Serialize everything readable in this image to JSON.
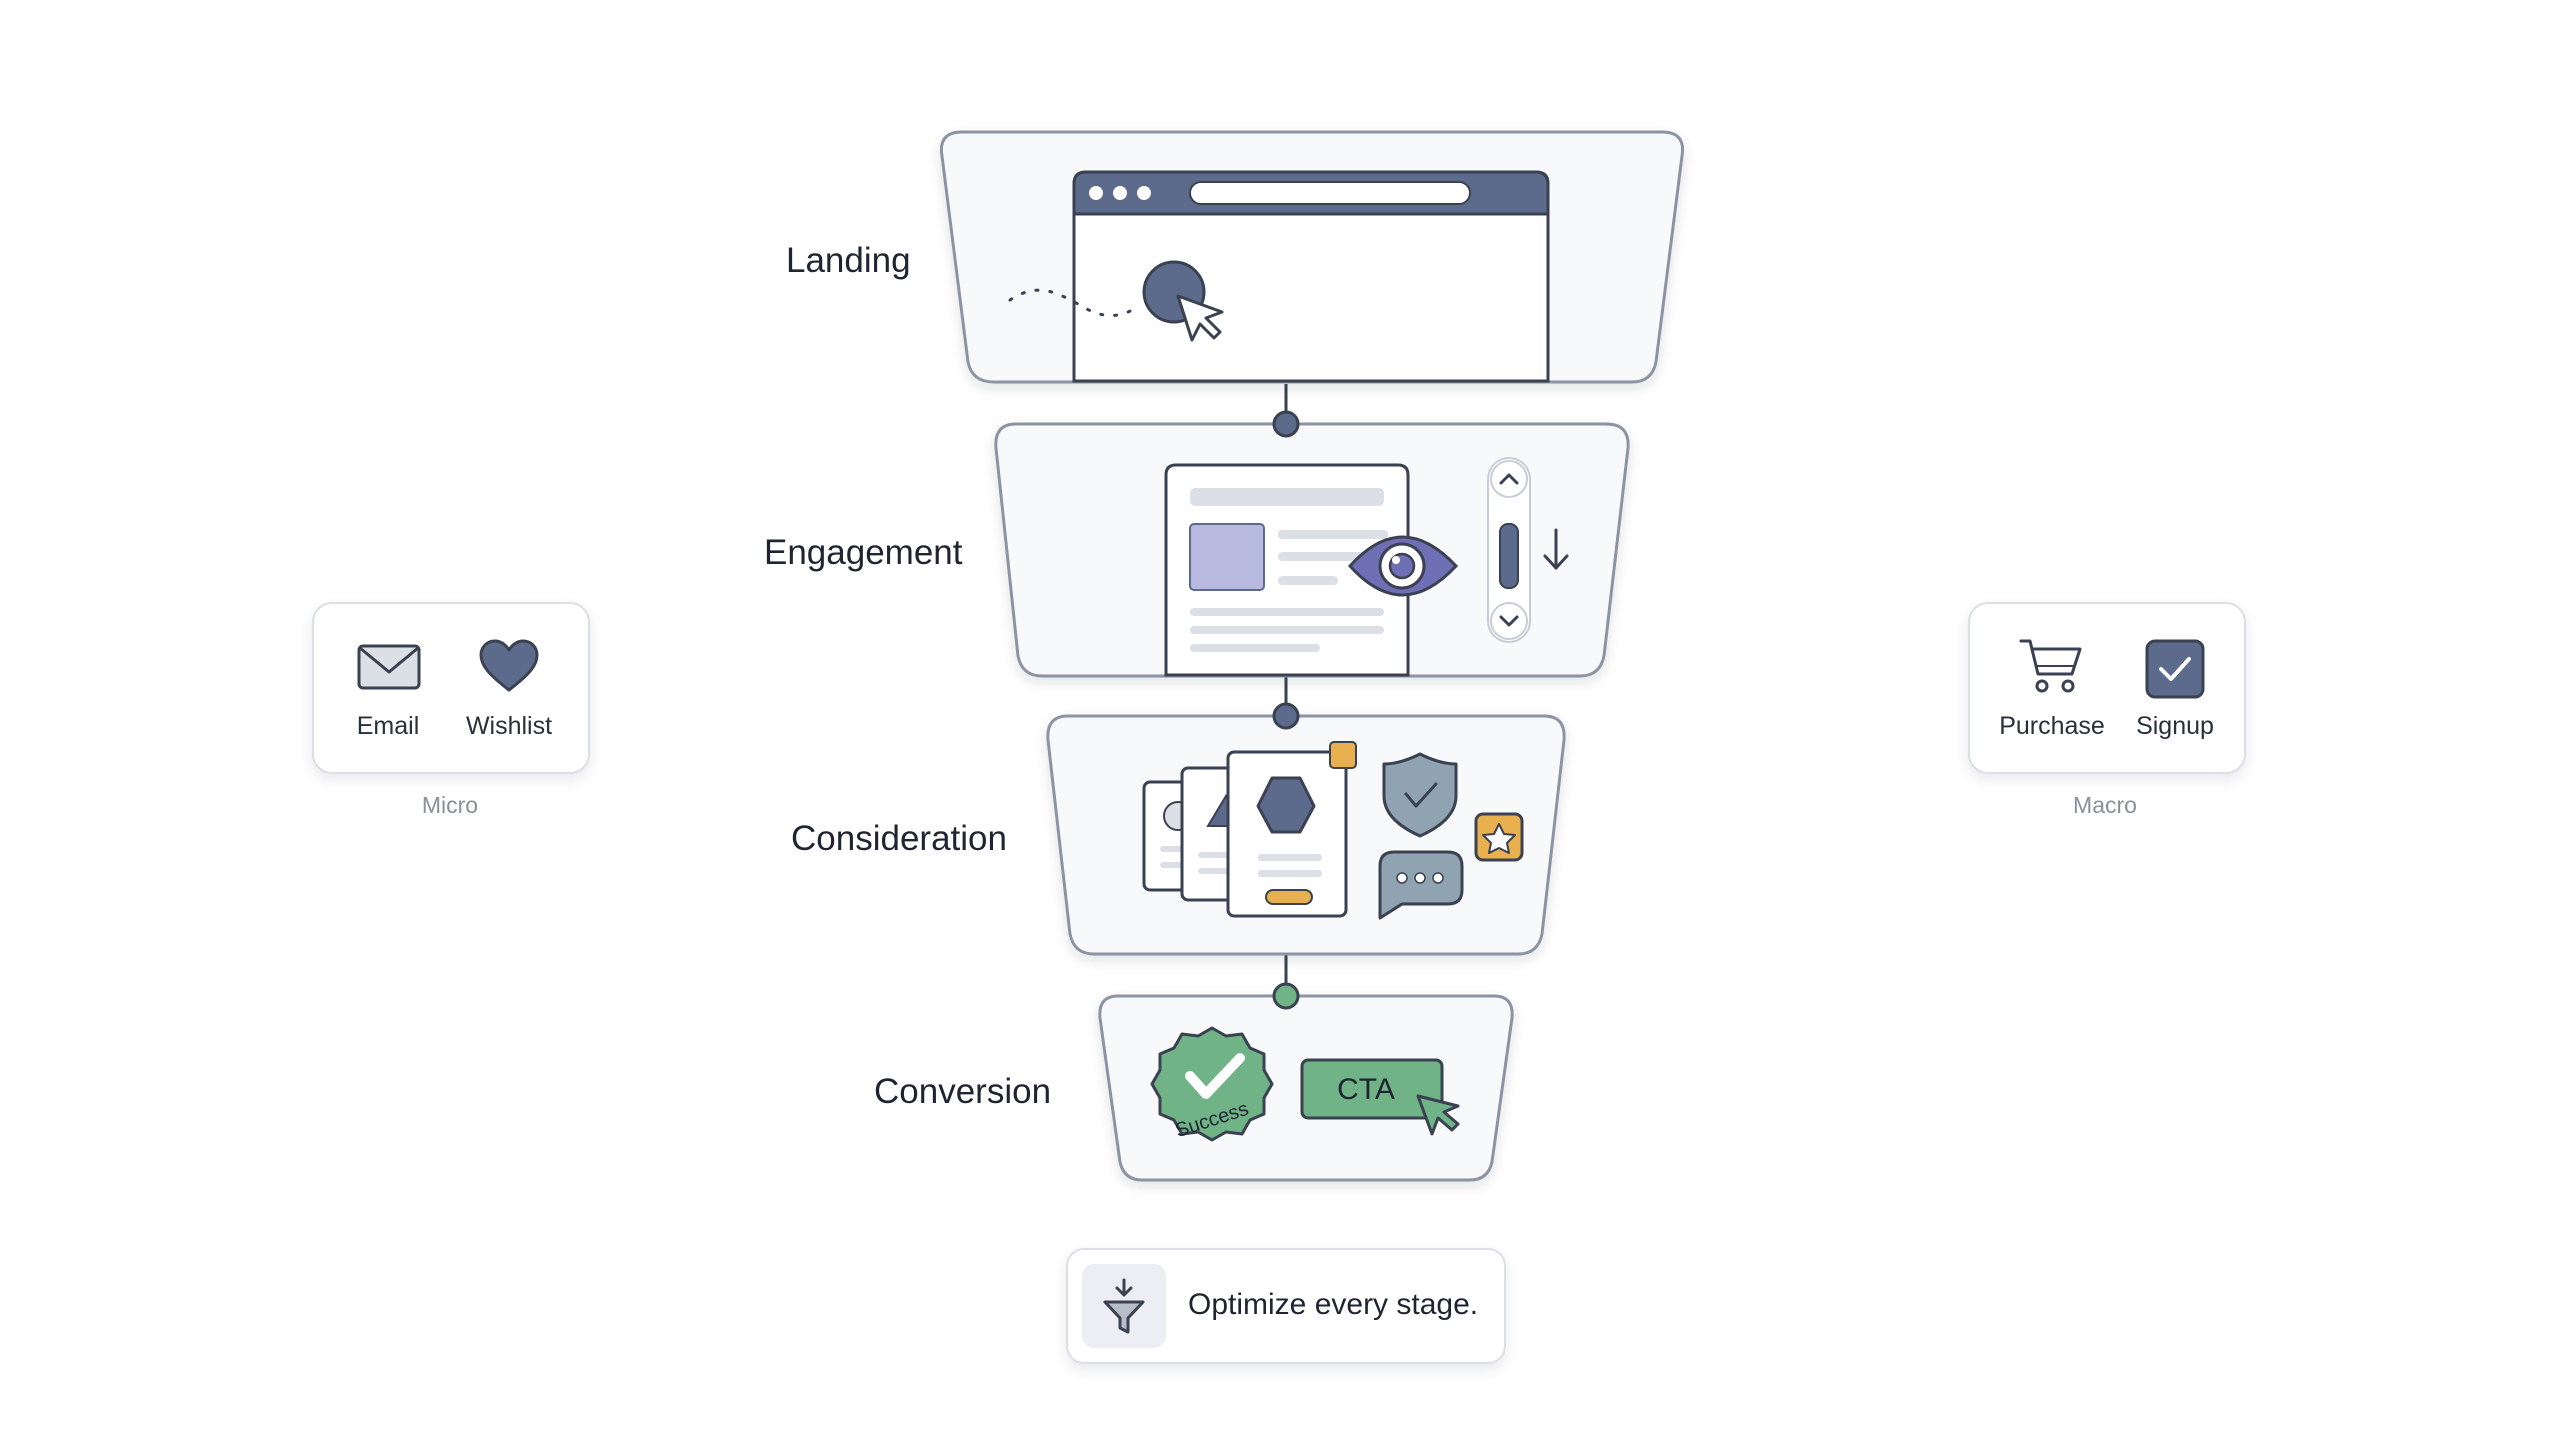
{
  "stages": [
    {
      "label": "Landing"
    },
    {
      "label": "Engagement"
    },
    {
      "label": "Consideration"
    },
    {
      "label": "Conversion"
    }
  ],
  "micro": {
    "caption": "Micro",
    "items": [
      {
        "label": "Email",
        "icon": "envelope-icon"
      },
      {
        "label": "Wishlist",
        "icon": "heart-icon"
      }
    ]
  },
  "macro": {
    "caption": "Macro",
    "items": [
      {
        "label": "Purchase",
        "icon": "cart-icon"
      },
      {
        "label": "Signup",
        "icon": "check-square-icon"
      }
    ]
  },
  "conversion": {
    "badge_text": "Success",
    "cta_label": "CTA"
  },
  "footer": {
    "text": "Optimize every stage.",
    "icon": "funnel-icon"
  },
  "colors": {
    "slate": "#5c6b8c",
    "stroke": "#8d93a3",
    "panel": "#f8f9fb",
    "lavender": "#b7b9e0",
    "violet": "#6f6fb5",
    "green": "#6fb387",
    "green_dark": "#2f5a3f",
    "amber": "#e8b04e",
    "steel": "#8fa3b1"
  }
}
